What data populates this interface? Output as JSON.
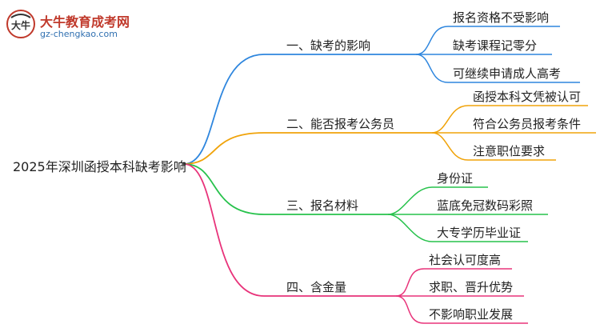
{
  "logo": {
    "title": "大牛教育成考网",
    "url": "gz-chengkao.com",
    "mark_text": "大牛"
  },
  "root": {
    "label": "2025年深圳函授本科缺考影响"
  },
  "branches": [
    {
      "label": "一、缺考的影响",
      "color": "#2e86de",
      "leaves": [
        "报名资格不受影响",
        "缺考课程记零分",
        "可继续申请成人高考"
      ]
    },
    {
      "label": "二、能否报考公务员",
      "color": "#f0a30a",
      "leaves": [
        "函授本科文凭被认可",
        "符合公务员报考条件",
        "注意职位要求"
      ]
    },
    {
      "label": "三、报名材料",
      "color": "#27c24c",
      "leaves": [
        "身份证",
        "蓝底免冠数码彩照",
        "大专学历毕业证"
      ]
    },
    {
      "label": "四、含金量",
      "color": "#e8337a",
      "leaves": [
        "社会认可度高",
        "求职、晋升优势",
        "不影响职业发展"
      ]
    }
  ]
}
